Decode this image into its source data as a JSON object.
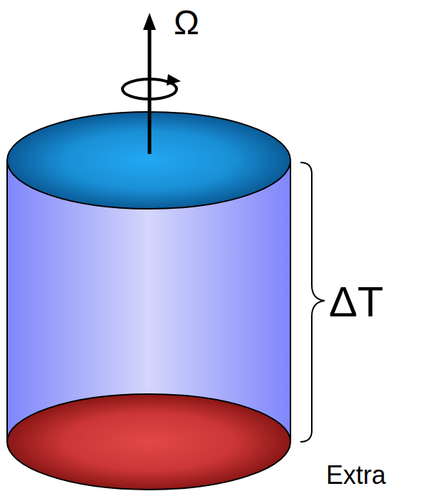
{
  "diagram": {
    "labels": [
      "Ω",
      "ΔT",
      "Extra"
    ]
  }
}
